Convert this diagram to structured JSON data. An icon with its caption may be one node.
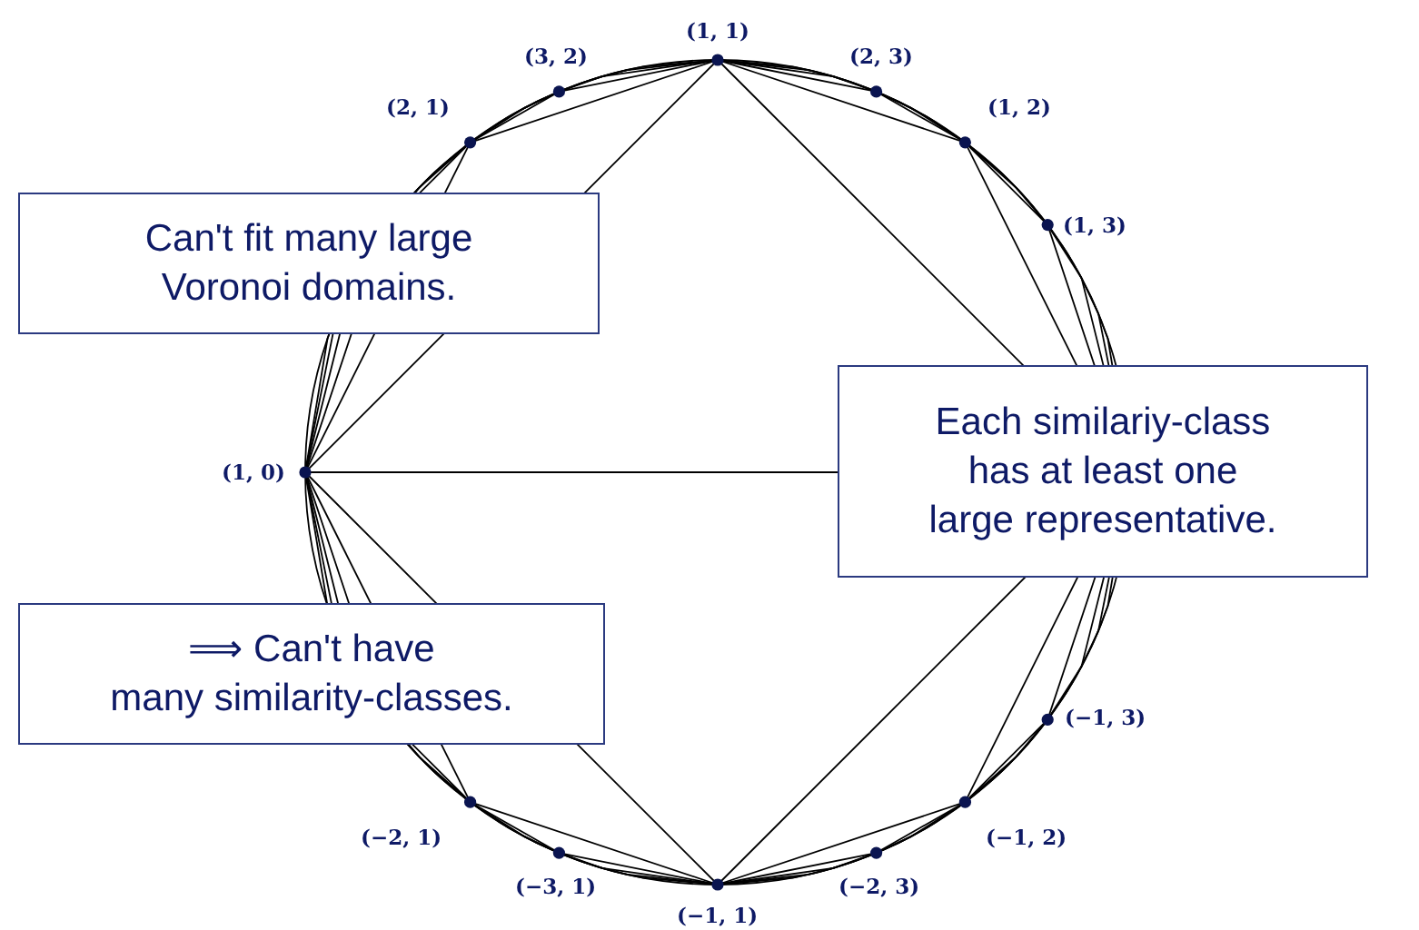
{
  "diagram": {
    "nodes": [
      {
        "text": [
          "Can't fit many large Voronoi domains."
        ]
      },
      {
        "text": [
          "Each similariy-class has at least one large representative."
        ]
      },
      {
        "text": [
          "⟹ Can't have many similarity-classes."
        ]
      }
    ],
    "labels": [
      "(1, 1)",
      "(3, 2)",
      "(2, 3)",
      "(2, 1)",
      "(1, 2)",
      "(1, 3)",
      "(1, 0)",
      "(−1, 3)",
      "(−2, 1)",
      "(−1, 2)",
      "(−3, 1)",
      "(−2, 3)",
      "(−1, 1)"
    ]
  }
}
